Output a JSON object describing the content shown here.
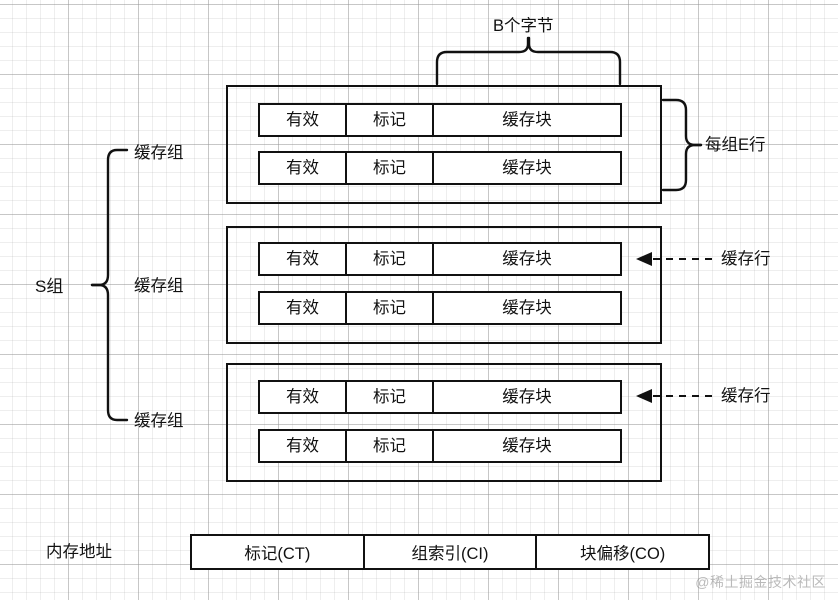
{
  "diagram": {
    "title_annotations": {
      "block_size": "B个字节",
      "lines_per_set": "每组E行",
      "sets_total": "S组"
    },
    "cache_line_fields": {
      "valid": "有效",
      "tag": "标记",
      "block": "缓存块"
    },
    "set_label": "缓存组",
    "line_callout": "缓存行",
    "sets": [
      {
        "label": "缓存组",
        "lines": [
          {
            "valid": "有效",
            "tag": "标记",
            "block": "缓存块"
          },
          {
            "valid": "有效",
            "tag": "标记",
            "block": "缓存块"
          }
        ]
      },
      {
        "label": "缓存组",
        "lines": [
          {
            "valid": "有效",
            "tag": "标记",
            "block": "缓存块"
          },
          {
            "valid": "有效",
            "tag": "标记",
            "block": "缓存块"
          }
        ]
      },
      {
        "label": "缓存组",
        "lines": [
          {
            "valid": "有效",
            "tag": "标记",
            "block": "缓存块"
          },
          {
            "valid": "有效",
            "tag": "标记",
            "block": "缓存块"
          }
        ]
      }
    ],
    "address": {
      "label": "内存地址",
      "fields": [
        "标记(CT)",
        "组索引(CI)",
        "块偏移(CO)"
      ]
    },
    "watermark": "@稀土掘金技术社区",
    "colors": {
      "stroke": "#111111",
      "background": "#ffffff",
      "grid_major": "#969696",
      "grid_minor": "#aaaaaa",
      "watermark": "#828282"
    }
  }
}
